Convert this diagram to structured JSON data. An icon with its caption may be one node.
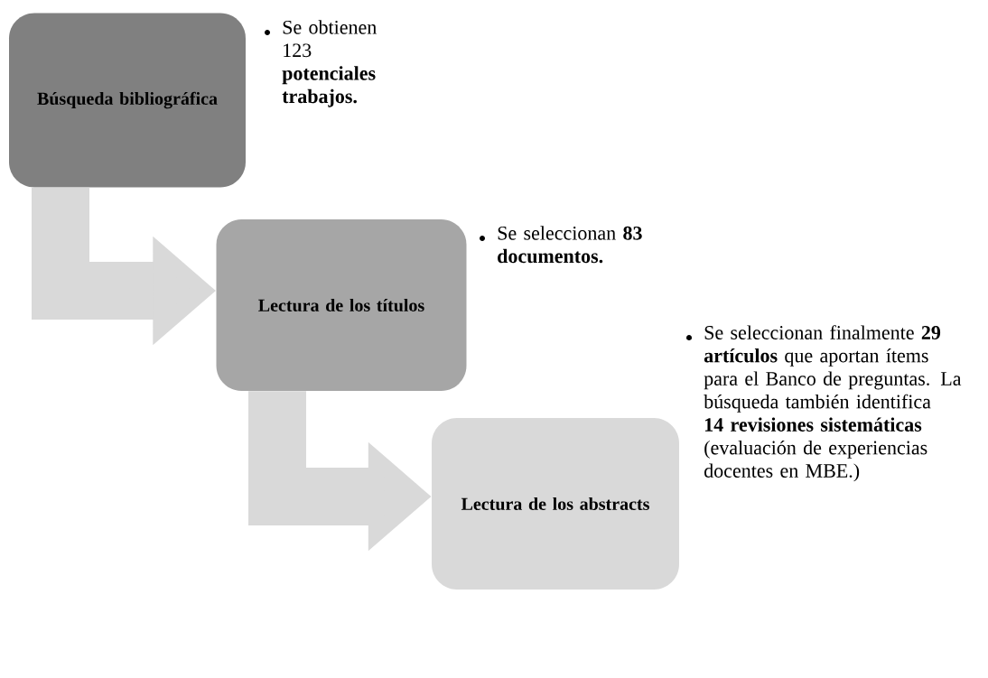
{
  "diagram": {
    "nodes": [
      {
        "text": [
          "Búsqueda bibliográfica"
        ],
        "beside": [
          "Se obtienen 123 **potenciales trabajos.**"
        ]
      },
      {
        "text": [
          "Lectura de los títulos"
        ],
        "beside": [
          "Se seleccionan **83 documentos.**"
        ]
      },
      {
        "text": [
          "Lectura de los abstracts"
        ],
        "beside": [
          "Se seleccionan finalmente **29 artículos** que aportan ítems para el Banco de preguntas. La búsqueda también identifica **14 revisiones sistemáticas** (evaluación de experiencias docentes en MBE.)"
        ]
      }
    ],
    "edges": [
      {
        "from": 0,
        "to": 1,
        "arrow": "to"
      },
      {
        "from": 1,
        "to": 2,
        "arrow": "to"
      }
    ]
  }
}
